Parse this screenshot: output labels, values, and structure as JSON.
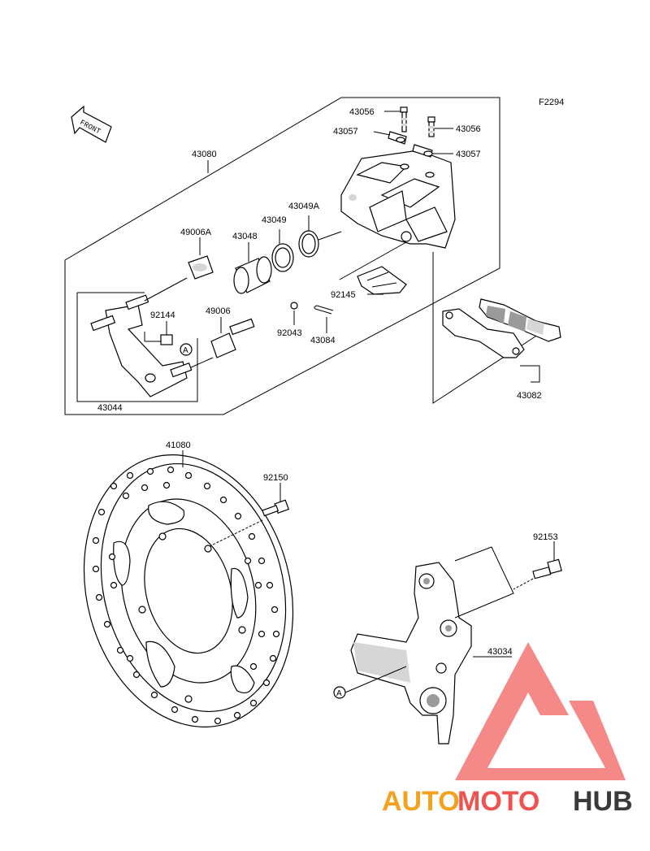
{
  "diagram": {
    "figure_code": "F2294",
    "front_label": "FRONT",
    "ref_marker": "A",
    "parts": {
      "p43080": "43080",
      "p43056a": "43056",
      "p43056b": "43056",
      "p43057a": "43057",
      "p43057b": "43057",
      "p43049A": "43049A",
      "p43049": "43049",
      "p43048": "43048",
      "p49006A": "49006A",
      "p92144": "92144",
      "p49006": "49006",
      "p92145": "92145",
      "p92043": "92043",
      "p43084": "43084",
      "p43044": "43044",
      "p43082": "43082",
      "p41080": "41080",
      "p92150": "92150",
      "p92153": "92153",
      "p43034": "43034"
    }
  },
  "watermark": {
    "part1": "AUTO",
    "part2": "MOTO",
    "part3": "HUB",
    "color1": "#f4a11d",
    "color2": "#ef5350",
    "color3": "#3a3a3a",
    "logo_color": "#ef5350"
  }
}
